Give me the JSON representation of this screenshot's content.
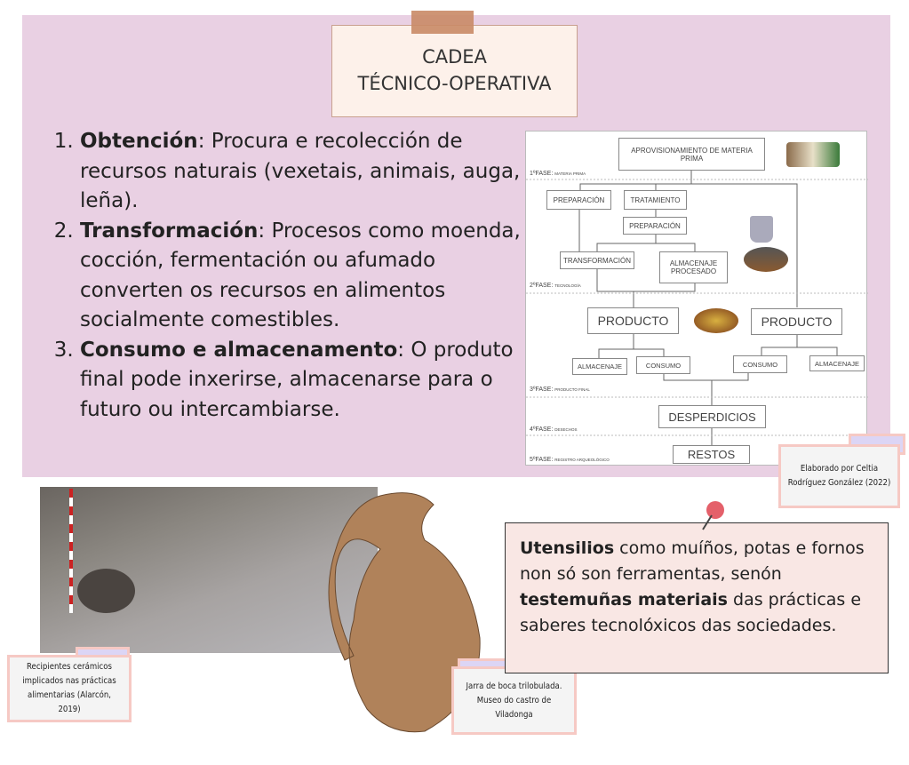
{
  "title": {
    "line1": "CADEA",
    "line2": "TÉCNICO-OPERATIVA"
  },
  "list": [
    {
      "bold": "Obtención",
      "text": ": Procura e recolección de recursos naturais (vexetais, animais, auga, leña)."
    },
    {
      "bold": "Transformación",
      "text": ": Procesos como moenda, cocción, fermentación ou afumado converten os recursos en alimentos socialmente comestibles."
    },
    {
      "bold": "Consumo e almacenamento",
      "text": ": O produto final pode inxerirse, almacenarse para o futuro ou intercambiarse."
    }
  ],
  "diagram": {
    "aprov": "APROVISIONAMIENTO DE MATERIA PRIMA",
    "prep1": "PREPARACIÓN",
    "trat": "TRATAMIENTO",
    "prep2": "PREPARACIÓN",
    "transf": "TRANSFORMACIÓN",
    "almproc": "ALMACENAJE PROCESADO",
    "prod1": "PRODUCTO",
    "prod2": "PRODUCTO",
    "alm1": "ALMACENAJE",
    "cons1": "CONSUMO",
    "cons2": "CONSUMO",
    "alm2": "ALMACENAJE",
    "desp": "DESPERDICIOS",
    "restos": "RESTOS",
    "phases": [
      {
        "n": "1ºFASE:",
        "s": "MATERIA PRIMA"
      },
      {
        "n": "2ºFASE:",
        "s": "TECNOLOGÍA"
      },
      {
        "n": "3ºFASE:",
        "s": "PRODUCTO FINAL"
      },
      {
        "n": "4ºFASE:",
        "s": "DESECHOS"
      },
      {
        "n": "5ºFASE:",
        "s": "REGISTRO ARQUEOLÓGICO"
      }
    ]
  },
  "credit": "Elaborado por Celtia Rodríguez González (2022)",
  "note": {
    "b1": "Utensilios",
    "t1": " como muíños, potas e fornos non só son ferramentas, senón ",
    "b2": "testemuñas materiais",
    "t2": " das prácticas e saberes tecnolóxicos das sociedades."
  },
  "caption_left": "Recipientes cerámicos implicados nas prácticas alimentarias (Alarcón, 2019)",
  "caption_jar": "Jarra de boca trilobulada. Museo do castro de Viladonga"
}
